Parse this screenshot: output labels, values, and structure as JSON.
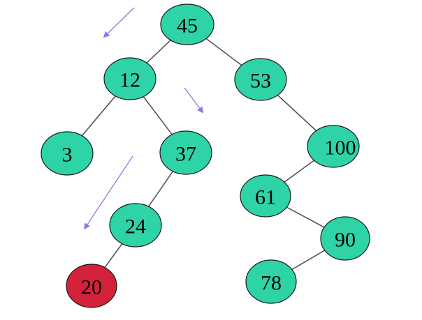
{
  "colors": {
    "node_fill": "#2ed3a7",
    "highlight_fill": "#d3223a",
    "edge": "#555555",
    "arrow": "#8080e0"
  },
  "nodes": [
    {
      "id": "n45",
      "label": "45",
      "highlighted": false
    },
    {
      "id": "n12",
      "label": "12",
      "highlighted": false
    },
    {
      "id": "n53",
      "label": "53",
      "highlighted": false
    },
    {
      "id": "n3",
      "label": "3",
      "highlighted": false
    },
    {
      "id": "n37",
      "label": "37",
      "highlighted": false
    },
    {
      "id": "n100",
      "label": "100",
      "highlighted": false
    },
    {
      "id": "n24",
      "label": "24",
      "highlighted": false
    },
    {
      "id": "n61",
      "label": "61",
      "highlighted": false
    },
    {
      "id": "n20",
      "label": "20",
      "highlighted": true
    },
    {
      "id": "n90",
      "label": "90",
      "highlighted": false
    },
    {
      "id": "n78",
      "label": "78",
      "highlighted": false
    }
  ],
  "edges": [
    {
      "from": "n45",
      "to": "n12"
    },
    {
      "from": "n45",
      "to": "n53"
    },
    {
      "from": "n12",
      "to": "n3"
    },
    {
      "from": "n12",
      "to": "n37"
    },
    {
      "from": "n53",
      "to": "n100"
    },
    {
      "from": "n37",
      "to": "n24"
    },
    {
      "from": "n100",
      "to": "n61"
    },
    {
      "from": "n24",
      "to": "n20"
    },
    {
      "from": "n61",
      "to": "n90"
    },
    {
      "from": "n90",
      "to": "n78"
    }
  ]
}
